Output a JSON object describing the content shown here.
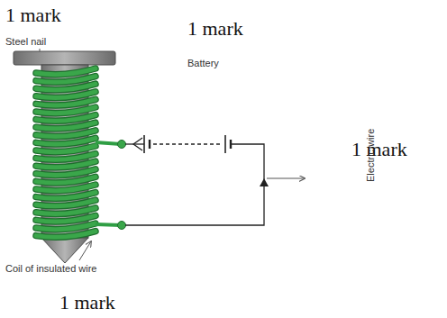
{
  "diagram": {
    "labels": [
      "1 mark",
      "1 mark",
      "Steel nail",
      "Battery",
      "Electric wire",
      "1 mark",
      "Coil of insulated wire",
      "1 mark"
    ]
  }
}
